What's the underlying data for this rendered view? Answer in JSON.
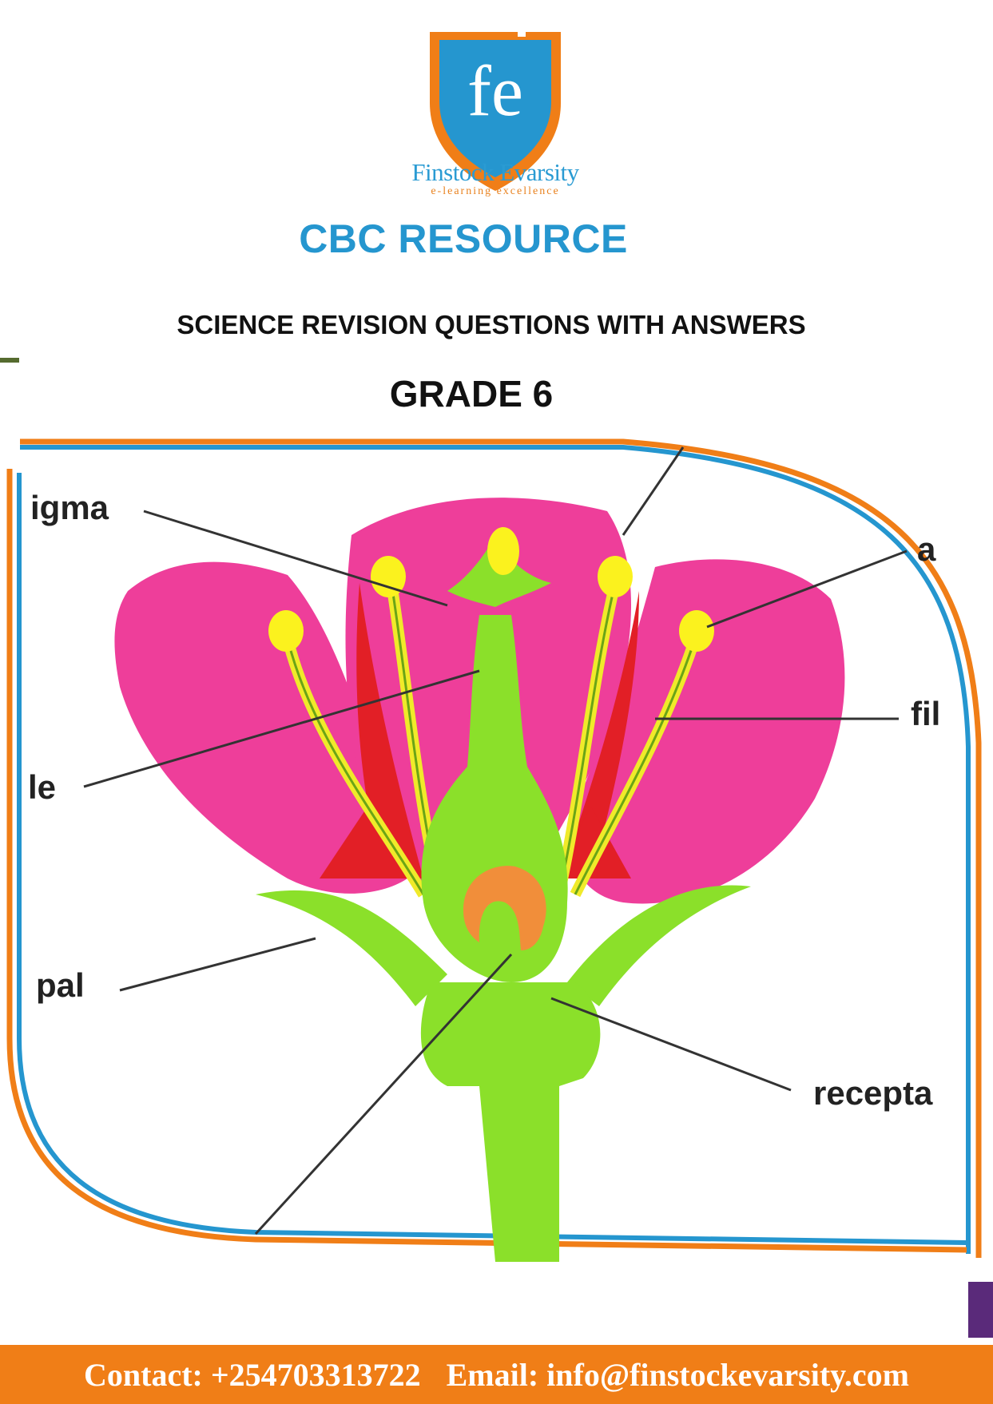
{
  "brand": {
    "logo_text": "fe",
    "name": "Finstock Evarsity",
    "tagline": "e-learning excellence",
    "colors": {
      "blue": "#2596cf",
      "orange": "#f07e17"
    }
  },
  "header": {
    "resource_title": "CBC RESOURCE",
    "subject_title": "SCIENCE REVISION QUESTIONS WITH ANSWERS",
    "grade": "GRADE 6"
  },
  "diagram": {
    "labels": {
      "stigma": "igma",
      "style": "le",
      "sepal": "pal",
      "anther": "a",
      "filament": "fil",
      "receptacle": "recepta"
    }
  },
  "footer": {
    "contact": "Contact: +254703313722",
    "email": "Email: info@finstockevarsity.com"
  }
}
